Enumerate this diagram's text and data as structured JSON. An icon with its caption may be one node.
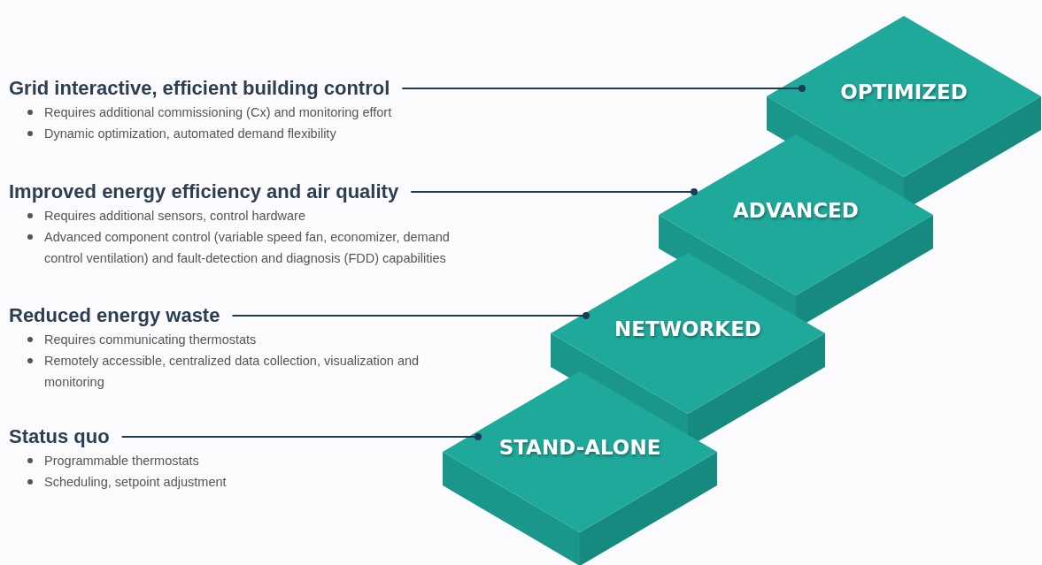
{
  "diagram": {
    "nodes": [
      {
        "text": [
          "Grid interactive, efficient building control"
        ],
        "beside": [
          "Requires additional commissioning (Cx) and monitoring effort",
          "Dynamic optimization, automated demand flexibility"
        ]
      },
      {
        "text": [
          "Improved energy efficiency and air quality"
        ],
        "beside": [
          "Requires additional sensors, control hardware",
          "Advanced component control (variable speed fan, economizer, demand control ventilation) and fault-detection and diagnosis (FDD) capabilities"
        ]
      },
      {
        "text": [
          "Reduced energy waste"
        ],
        "beside": [
          "Requires communicating thermostats",
          "Remotely accessible, centralized data collection, visualization and monitoring"
        ]
      },
      {
        "text": [
          "Status quo"
        ],
        "beside": [
          "Programmable thermostats",
          "Scheduling, setpoint adjustment"
        ]
      },
      {
        "text": [
          "OPTIMIZED"
        ]
      },
      {
        "text": [
          "ADVANCED"
        ]
      },
      {
        "text": [
          "NETWORKED"
        ]
      },
      {
        "text": [
          "STAND-ALONE"
        ]
      }
    ],
    "edges": [
      {
        "from": 0,
        "to": 4,
        "arrow": "other"
      },
      {
        "from": 1,
        "to": 5,
        "arrow": "other"
      },
      {
        "from": 2,
        "to": 6,
        "arrow": "other"
      },
      {
        "from": 3,
        "to": 7,
        "arrow": "other"
      }
    ]
  }
}
